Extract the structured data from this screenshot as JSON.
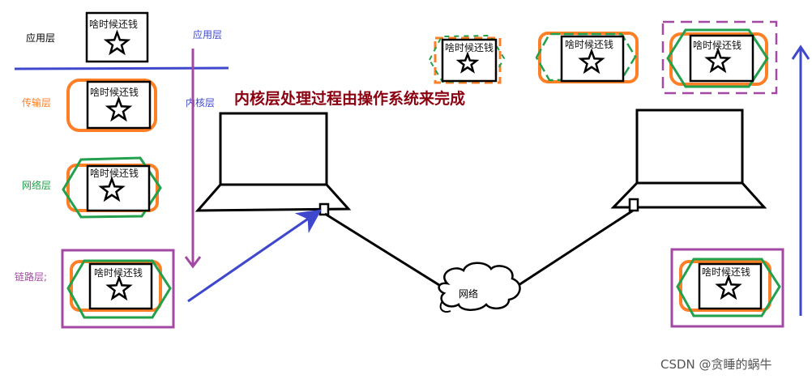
{
  "layer_labels": {
    "application": "应用层",
    "transport": "传输层",
    "network": "网络层",
    "link": "链路层;"
  },
  "kernel_labels": {
    "application": "应用层",
    "kernel": "内核层"
  },
  "packet_text": "啥时候还钱",
  "title": "内核层处理过程由操作系统来完成",
  "cloud_label": "网络",
  "watermark": "CSDN @贪睡的蜗牛",
  "colors": {
    "blue": "#3f48cc",
    "orange": "#ff7f27",
    "green": "#22a04b",
    "purple": "#a349a4",
    "title": "#8b0010",
    "black": "#000000"
  }
}
